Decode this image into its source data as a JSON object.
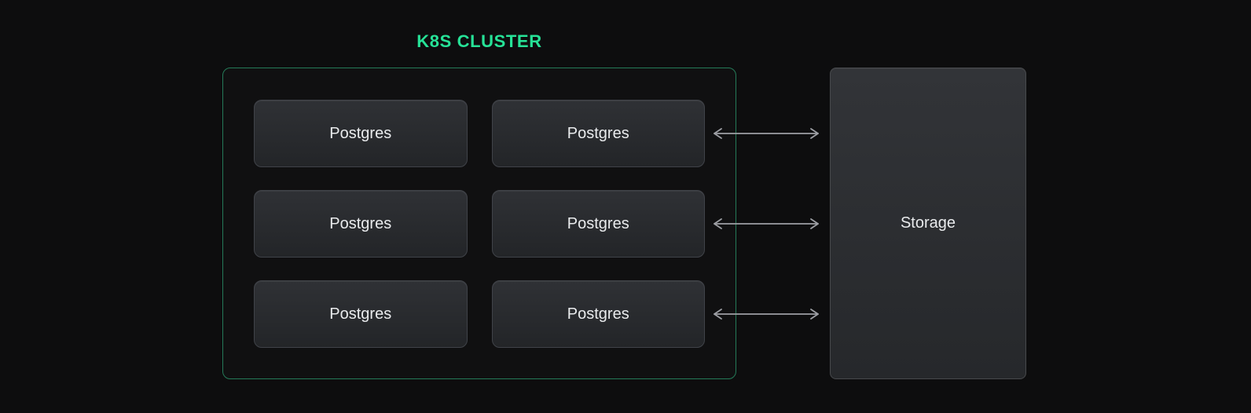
{
  "diagram": {
    "title": "K8S CLUSTER",
    "cluster": {
      "nodes": [
        {
          "label": "Postgres"
        },
        {
          "label": "Postgres"
        },
        {
          "label": "Postgres"
        },
        {
          "label": "Postgres"
        },
        {
          "label": "Postgres"
        },
        {
          "label": "Postgres"
        }
      ]
    },
    "storage": {
      "label": "Storage"
    },
    "connections": [
      {
        "from": "postgres-node-2",
        "to": "storage-box",
        "type": "bidirectional"
      },
      {
        "from": "postgres-node-4",
        "to": "storage-box",
        "type": "bidirectional"
      },
      {
        "from": "postgres-node-6",
        "to": "storage-box",
        "type": "bidirectional"
      }
    ],
    "colors": {
      "background": "#0d0d0e",
      "accent-green": "#26e297",
      "cluster-border": "#257a58",
      "node-border": "#404349",
      "node-bg-top": "#2f3135",
      "node-bg-bottom": "#232528",
      "storage-border": "#47494c",
      "storage-bg-top": "#323438",
      "storage-bg-bottom": "#26282b",
      "arrow": "#9d9fa4",
      "text": "#e9ebed"
    }
  }
}
